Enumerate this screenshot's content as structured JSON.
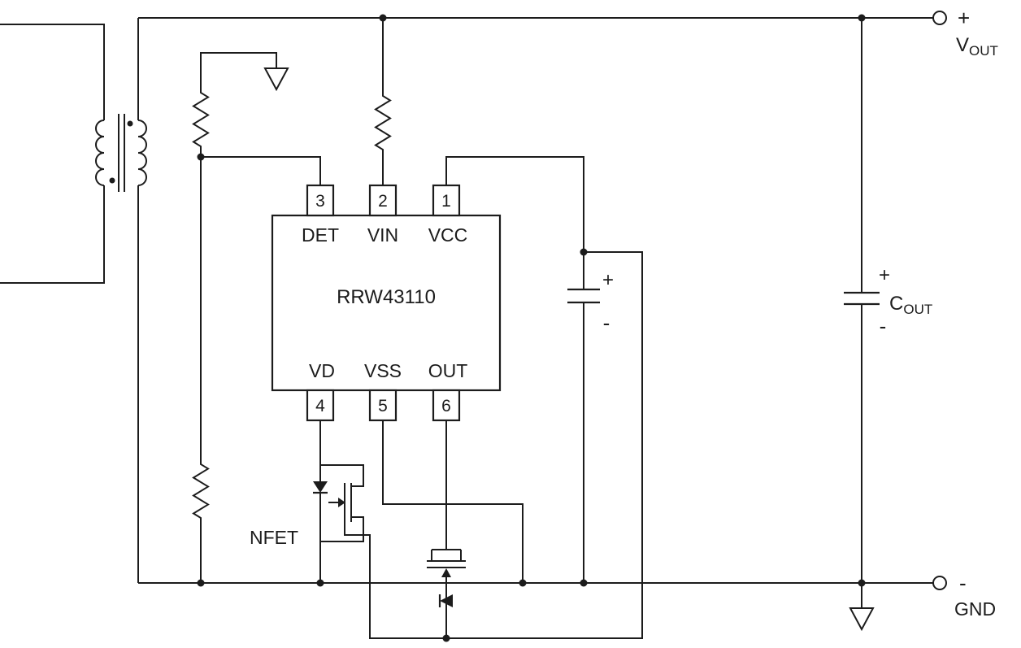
{
  "colors": {
    "line": "#1c1c1c",
    "background": "#ffffff"
  },
  "ic": {
    "name": "RRW43110",
    "pins_top": [
      {
        "num": "3",
        "name": "DET"
      },
      {
        "num": "2",
        "name": "VIN"
      },
      {
        "num": "1",
        "name": "VCC"
      }
    ],
    "pins_bottom": [
      {
        "num": "4",
        "name": "VD"
      },
      {
        "num": "5",
        "name": "VSS"
      },
      {
        "num": "6",
        "name": "OUT"
      }
    ]
  },
  "components": {
    "nfet_label": "NFET",
    "vcc_cap": {
      "plus": "+",
      "minus": "-"
    },
    "output_cap": {
      "plus": "+",
      "minus": "-",
      "name_main": "C",
      "name_sub": "OUT"
    }
  },
  "terminals": {
    "vout": {
      "sign": "+",
      "name_main": "V",
      "name_sub": "OUT"
    },
    "gnd": {
      "sign": "-",
      "name": "GND"
    }
  }
}
